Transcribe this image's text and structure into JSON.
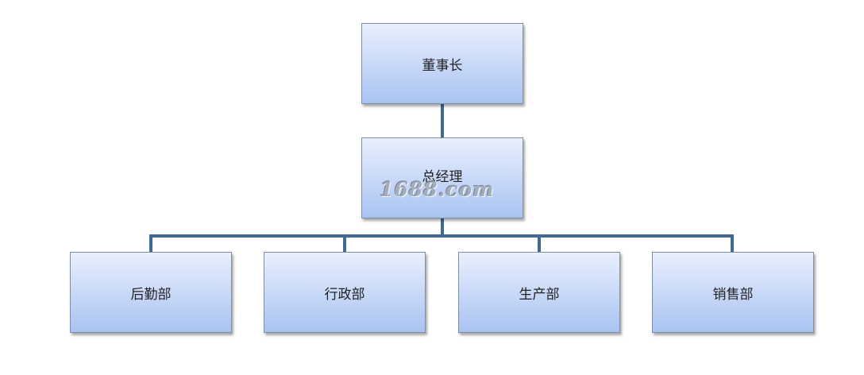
{
  "org_chart": {
    "top": {
      "label": "董事长"
    },
    "middle": {
      "label": "总经理"
    },
    "departments": [
      {
        "label": "后勤部"
      },
      {
        "label": "行政部"
      },
      {
        "label": "生产部"
      },
      {
        "label": "销售部"
      }
    ]
  },
  "watermark": {
    "text": "1688.com"
  },
  "colors": {
    "connector": "#3e6a93",
    "node_border": "#7f8fa6",
    "node_fill_top": "#e9f0fd",
    "node_fill_bottom": "#a9c3f1"
  }
}
